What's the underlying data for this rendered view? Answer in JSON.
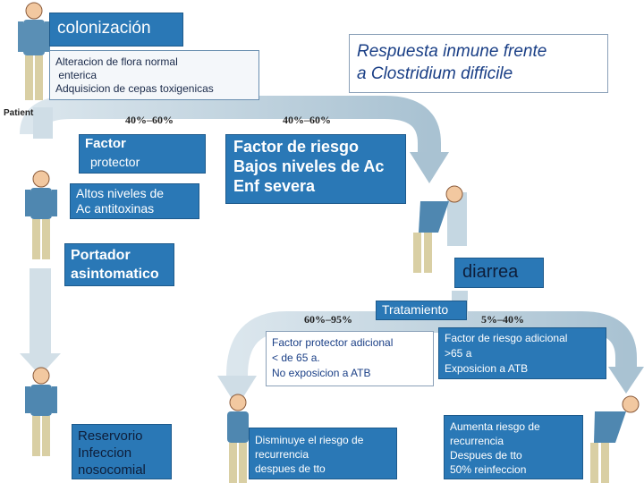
{
  "colors": {
    "box_blue": "#2a78b6",
    "arrow_light": "#d2dfe7",
    "arrow_mid": "#a9c2d2",
    "text_dark_blue": "#1a3f86"
  },
  "labels": {
    "colonizacion": "colonización",
    "alteracion_1": "Alteracion de flora normal",
    "alteracion_2": " enterica",
    "alteracion_3": "Adquisicion de cepas toxigenicas",
    "respuesta_1": "Respuesta inmune frente",
    "respuesta_2": "a Clostridium difficile",
    "patient": "Patient",
    "pct_left": "40%–60%",
    "pct_right": "40%–60%",
    "factor_protector_1": "Factor",
    "factor_protector_2": "protector",
    "altos_1": "Altos niveles de",
    "altos_2": "Ac antitoxinas",
    "riesgo_1": "Factor de riesgo",
    "riesgo_2": "Bajos niveles de Ac",
    "riesgo_3": "Enf severa",
    "portador_1": "Portador",
    "portador_2": "asintomatico",
    "diarrea": "diarrea",
    "tratamiento": "Tratamiento",
    "pct_lower_left": "60%–95%",
    "pct_lower_right": "5%–40%",
    "adicional_protector_1": "Factor protector adicional",
    "adicional_protector_2": "< de 65 a.",
    "adicional_protector_3": "No exposicion a ATB",
    "adicional_riesgo_1": "Factor de riesgo adicional",
    "adicional_riesgo_2": ">65 a",
    "adicional_riesgo_3": "Exposicion a ATB",
    "reservorio_1": "Reservorio",
    "reservorio_2": "Infeccion",
    "reservorio_3": "nosocomial",
    "disminuye_1": "Disminuye el riesgo de",
    "disminuye_2": "recurrencia",
    "disminuye_3": "despues de tto",
    "aumenta_1": "Aumenta riesgo de",
    "aumenta_2": "recurrencia",
    "aumenta_3": "Despues de tto",
    "aumenta_4": "50% reinfeccion"
  }
}
